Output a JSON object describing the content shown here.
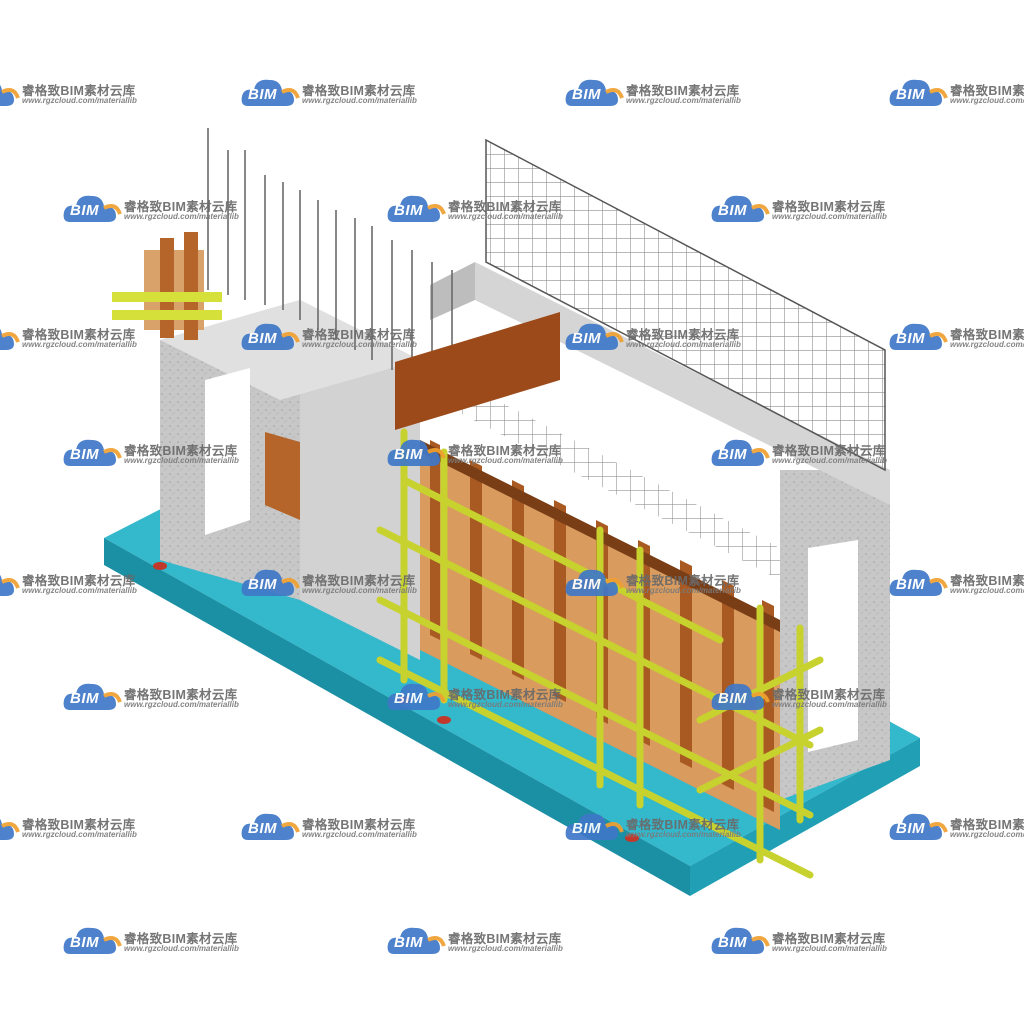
{
  "watermark": {
    "bim": "BIM",
    "name": "睿格致BIM素材云库",
    "url": "www.rgzcloud.com/materiallib"
  },
  "colors": {
    "slab": "#2aaec4",
    "concrete": "#c4c4c4",
    "steel_frame": "#d8e23a",
    "timber": "#c1762f",
    "rebar": "#6c6c6c",
    "logo_blue": "#3f78c8",
    "logo_orange": "#f0a030"
  }
}
